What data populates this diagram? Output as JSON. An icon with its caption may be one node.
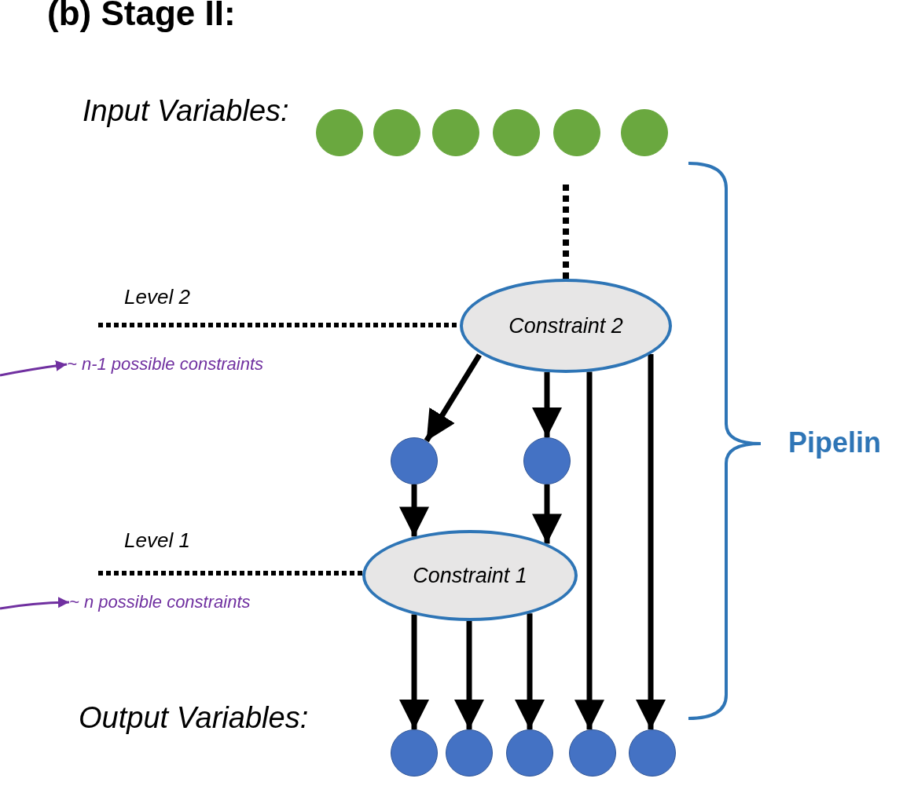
{
  "diagram": {
    "title": "(b) Stage II:",
    "nodes": [
      {
        "text": [],
        "shape": "circle"
      },
      {
        "text": [],
        "shape": "circle"
      },
      {
        "text": [],
        "shape": "circle"
      },
      {
        "text": [],
        "shape": "circle"
      },
      {
        "text": [],
        "shape": "circle"
      },
      {
        "text": [],
        "shape": "circle"
      },
      {
        "text": [
          "~ n-1 possible constraints"
        ]
      },
      {
        "text": [
          "Constraint 2"
        ]
      },
      {
        "text": [],
        "shape": "circle"
      },
      {
        "text": [],
        "shape": "circle"
      },
      {
        "text": [
          "~ n possible constraints"
        ]
      },
      {
        "text": [
          "Constraint 1"
        ]
      },
      {
        "text": [],
        "shape": "circle"
      },
      {
        "text": [],
        "shape": "circle"
      },
      {
        "text": [],
        "shape": "circle"
      },
      {
        "text": [],
        "shape": "circle"
      },
      {
        "text": [],
        "shape": "circle"
      }
    ],
    "edges": [
      {
        "from": null,
        "to": 7,
        "arrow": "none",
        "style": "dashed"
      },
      {
        "from": null,
        "to": 6,
        "arrow": "to",
        "color": "#7030a0"
      },
      {
        "from": 7,
        "to": 8,
        "arrow": "to"
      },
      {
        "from": 7,
        "to": 9,
        "arrow": "to"
      },
      {
        "from": 7,
        "to": 15,
        "arrow": "to"
      },
      {
        "from": 7,
        "to": 16,
        "arrow": "to"
      },
      {
        "from": 8,
        "to": 11,
        "arrow": "to"
      },
      {
        "from": 9,
        "to": 11,
        "arrow": "to"
      },
      {
        "from": null,
        "to": 10,
        "arrow": "to",
        "color": "#7030a0"
      },
      {
        "from": 11,
        "to": 12,
        "arrow": "to"
      },
      {
        "from": 11,
        "to": 13,
        "arrow": "to"
      },
      {
        "from": 11,
        "to": 14,
        "arrow": "to"
      }
    ],
    "labels": [
      "Input Variables:",
      "Level 2",
      "Pipelin",
      "Level 1",
      "Output Variables:"
    ]
  }
}
